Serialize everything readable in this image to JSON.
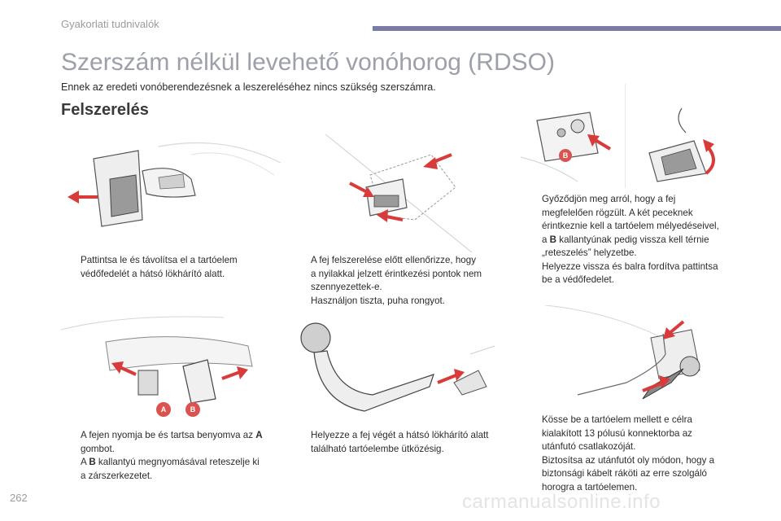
{
  "header": {
    "section_name": "Gyakorlati tudnivalók"
  },
  "page_title": "Szerszám nélkül levehető vonóhorog (RDSO)",
  "intro": "Ennek az eredeti vonóberendezésnek a leszereléséhez nincs szükség szerszámra.",
  "section_heading": "Felszerelés",
  "steps": {
    "step1": {
      "lines": [
        "Pattintsa le és távolítsa el a tartóelem",
        "védőfedelét a hátsó lökhárító alatt."
      ]
    },
    "step2": {
      "lines": [
        "A fej felszerelése előtt ellenőrizze, hogy",
        "a nyilakkal jelzett érintkezési pontok nem",
        "szennyezettek-e.",
        "Használjon tiszta, puha rongyot."
      ]
    },
    "step3a": {
      "lines": [
        "Győződjön meg arról, hogy a fej",
        "megfelelően rögzült. A két peceknek",
        "érintkeznie kell a tartóelem mélyedéseivel,"
      ],
      "line4_pre": "a ",
      "line4_bold": "B",
      "line4_post": " kallantyúnak pedig vissza kell térnie",
      "line5": "„reteszelés” helyzetbe."
    },
    "step3b": {
      "lines": [
        "Helyezze vissza és balra fordítva pattintsa",
        "be a védőfedelet."
      ]
    },
    "step4a": {
      "line1_pre": "A fejen nyomja be és tartsa benyomva az ",
      "line1_bold": "A",
      "line2": "gombot."
    },
    "step4b": {
      "line1_pre": "A ",
      "line1_bold": "B",
      "line1_post": " kallantyú megnyomásával reteszelje ki",
      "line2": "a zárszerkezetet."
    },
    "step5": {
      "lines": [
        "Helyezze a fej végét a hátsó lökhárító alatt",
        "található tartóelembe ütközésig."
      ]
    },
    "step6a": {
      "lines": [
        "Kösse be a tartóelem mellett e célra",
        "kialakított 13 pólusú konnektorba az",
        "utánfutó csatlakozóját."
      ]
    },
    "step6b": {
      "lines": [
        "Biztosítsa az utánfutót oly módon, hogy a",
        "biztonsági kábelt ráköti az erre szolgáló",
        "horogra a tartóelemen."
      ]
    }
  },
  "bullet_glyph": "",
  "labels": {
    "a": "A",
    "b": "B"
  },
  "page_number": "262",
  "watermark": "carmanualsonline.info",
  "colors": {
    "accent_bar": "#7b7ba8",
    "arrow_red": "#d93a3a",
    "badge_red": "#d9534f",
    "title_grey": "#9da0aa"
  }
}
